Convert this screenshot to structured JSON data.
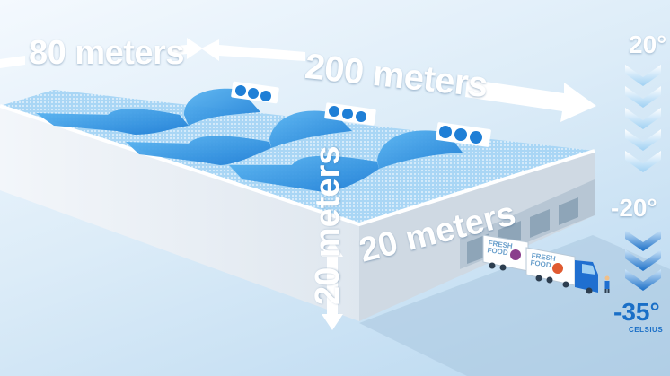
{
  "dimensions": {
    "width_label": "80 meters",
    "length_label": "200 meters",
    "height_label_horizontal": "20 meters",
    "height_label_vertical": "20 meters"
  },
  "temperature_scale": {
    "high": "20°",
    "mid": "-20°",
    "low": "-35°",
    "unit": "CELSIUS"
  },
  "truck": {
    "trailer_text_1": "FRESH FOOD",
    "trailer_text_2": "FRESH FOOD"
  },
  "colors": {
    "label_white": "#ffffff",
    "accent_blue": "#1a6fc7",
    "airflow_blue": "#2a8fe0",
    "wall_light": "#eef3f8",
    "wall_shade": "#c9d5e0",
    "roof_blue": "#9fd0f3"
  },
  "icons": {
    "cooling_fan": "fan-icon",
    "dimension_arrow": "double-arrow-icon",
    "temperature_chevron": "chevron-down-icon",
    "truck": "truck-icon",
    "person": "person-icon"
  }
}
